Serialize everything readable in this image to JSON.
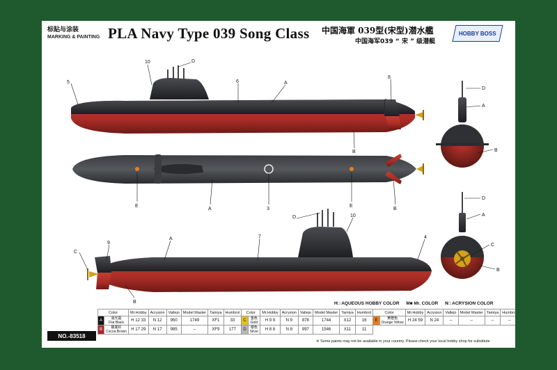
{
  "header": {
    "section_cn": "标贴与涂装",
    "section_en": "MARKING & PAINTING",
    "title": "PLA Navy Type 039 Song Class",
    "title_cn_traditional": "中国海軍 039型(宋型)潜水艦",
    "title_cn_simplified": "中国海军039 “ 宋 ” 级潜艇",
    "brand": "HOBBY BOSS"
  },
  "callouts": {
    "n10": "10",
    "D": "D",
    "n5": "5",
    "n6": "6",
    "A": "A",
    "n8": "8",
    "B": "B",
    "E": "E",
    "n3": "3",
    "C": "C",
    "n9": "9",
    "n7": "7",
    "n4": "4"
  },
  "legend": {
    "h": "H",
    "aqueous": "AQUEOUS HOBBY COLOR",
    "m": "M",
    "mr_color": "Mr. COLOR",
    "n": "N",
    "acrysion": "ACRYSION COLOR"
  },
  "table": {
    "headers": [
      "Color",
      "Mr.Hobby",
      "Acrysion",
      "Vallejo",
      "Model Master",
      "Tamiya",
      "Humbrol"
    ],
    "rows": [
      [
        {
          "letter": "A",
          "cn": "消光黑",
          "en": "Flat Black",
          "hobby": "H 12 33",
          "acry": "N 12",
          "vallejo": "950",
          "mm": "1749",
          "tamiya": "XF1",
          "humbrol": "33"
        },
        {
          "letter": "C",
          "cn": "金色",
          "en": "Gold",
          "hobby": "H 9 9",
          "acry": "N 9",
          "vallejo": "878",
          "mm": "1744",
          "tamiya": "X12",
          "humbrol": "16"
        },
        {
          "letter": "E",
          "cn": "黄橙色",
          "en": "Orange Yellow",
          "hobby": "H 24 59",
          "acry": "N 24",
          "vallejo": "--",
          "mm": "--",
          "tamiya": "--",
          "humbrol": "--"
        }
      ],
      [
        {
          "letter": "B",
          "cn": "舰底红",
          "en": "Cocoa Brown",
          "hobby": "H 17 29",
          "acry": "N 17",
          "vallejo": "985",
          "mm": "--",
          "tamiya": "XF9",
          "humbrol": "177"
        },
        {
          "letter": "D",
          "cn": "银色",
          "en": "Silver",
          "hobby": "H 8 8",
          "acry": "N 8",
          "vallejo": "997",
          "mm": "1546",
          "tamiya": "X11",
          "humbrol": "11"
        }
      ]
    ]
  },
  "kit_number": "NO.-83518",
  "footnote": "※ Some paints may not be available in your country. Please check your local hobby shop for substitute",
  "colors": {
    "background": "#1f5a2e",
    "hull_dark": "#2f3033",
    "hull_red": "#b5302c",
    "prop_gold": "#d4a11c",
    "marker_orange": "#e67e22"
  }
}
